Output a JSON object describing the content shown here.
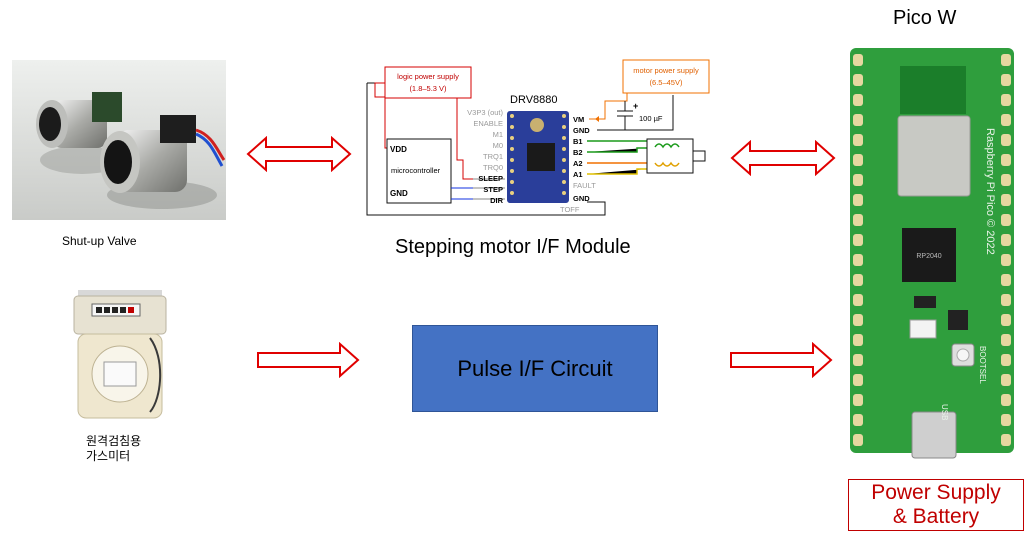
{
  "labels": {
    "pico_title": "Pico W",
    "valve_caption": "Shut-up Valve",
    "meter_caption_line1": "원격검침용",
    "meter_caption_line2": "가스미터",
    "stepper_module_title": "Stepping motor I/F Module",
    "pulse_box": "Pulse I/F Circuit",
    "power_line1": "Power Supply",
    "power_line2": "& Battery"
  },
  "driver_diagram": {
    "chip_name": "DRV8880",
    "logic_supply_line1": "logic power supply",
    "logic_supply_line2": "(1.8–5.3 V)",
    "motor_supply_line1": "motor power supply",
    "motor_supply_line2": "(6.5–45V)",
    "capacitor": "100 µF",
    "mcu_vdd": "VDD",
    "mcu_name": "microcontroller",
    "mcu_gnd": "GND",
    "left_pins": [
      "V3P3 (out)",
      "ENABLE",
      "M1",
      "M0",
      "TRQ1",
      "TRQ0",
      "SLEEP",
      "STEP",
      "DIR"
    ],
    "right_pins": [
      "VM",
      "GND",
      "B1",
      "B2",
      "A2",
      "A1",
      "FAULT",
      "GND"
    ],
    "toff": "TOFF",
    "plus": "+"
  },
  "board_text": {
    "silk_main": "Raspberry Pi Pico © 2022",
    "bootsel": "BOOTSEL",
    "usb": "USB",
    "rp_chip": "RP2040"
  },
  "colors": {
    "arrow_outline": "#e00000",
    "pulse_fill": "#4472c4",
    "power_text": "#c00000",
    "logic_wire": "#d40000",
    "motor_wire": "#f07000",
    "signal_wire": "#1030e0",
    "board_green": "#2f9e3d"
  },
  "icons": [
    "double-arrow-icon",
    "right-arrow-icon",
    "shutoff-valve-image",
    "gas-meter-image",
    "stepper-motor-icon",
    "pico-w-board-image",
    "drv8880-board-image"
  ]
}
